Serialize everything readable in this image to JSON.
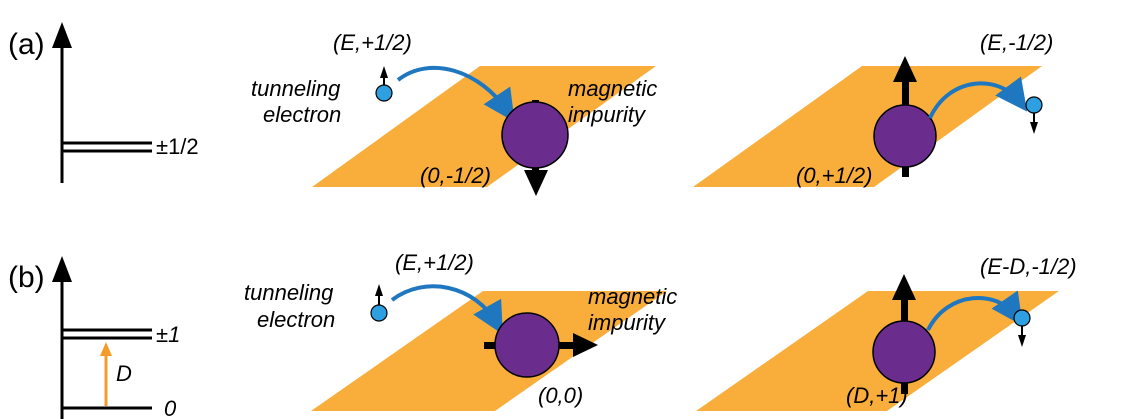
{
  "colors": {
    "surface": "#F9AE3C",
    "impurity": "#6A2D8E",
    "electron": "#2E9FE0",
    "hop_arrow": "#1F77C0",
    "excitation": "#F39C29",
    "black": "#000000"
  },
  "panel_a": {
    "tag": "(a)",
    "level_label": "±1/2",
    "left_scene": {
      "electron_state": "(E,+1/2)",
      "electron_caption_1": "tunneling",
      "electron_caption_2": "electron",
      "impurity_caption_1": "magnetic",
      "impurity_caption_2": "impurity",
      "impurity_state": "(0,-1/2)"
    },
    "right_scene": {
      "electron_state": "(E,-1/2)",
      "impurity_state": "(0,+1/2)"
    }
  },
  "panel_b": {
    "tag": "(b)",
    "level_upper_label": "±1",
    "level_lower_label": "0",
    "gap_label": "D",
    "left_scene": {
      "electron_state": "(E,+1/2)",
      "electron_caption_1": "tunneling",
      "electron_caption_2": "electron",
      "impurity_caption_1": "magnetic",
      "impurity_caption_2": "impurity",
      "impurity_state": "(0,0)"
    },
    "right_scene": {
      "electron_state": "(E-D,-1/2)",
      "impurity_state": "(D,+1)"
    }
  }
}
